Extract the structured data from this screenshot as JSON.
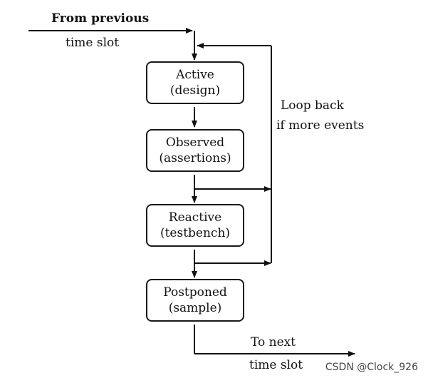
{
  "labels": {
    "from_previous_line1": "From previous",
    "from_previous_line2": "time slot",
    "loop_back_line1": "Loop back",
    "loop_back_line2": "if more events",
    "to_next_line1": "To next",
    "to_next_line2": "time slot"
  },
  "boxes": [
    {
      "line1": "Active",
      "line2": "(design)"
    },
    {
      "line1": "Observed",
      "line2": "(assertions)"
    },
    {
      "line1": "Reactive",
      "line2": "(testbench)"
    },
    {
      "line1": "Postponed",
      "line2": "(sample)"
    }
  ],
  "watermark": "CSDN @Clock_926"
}
